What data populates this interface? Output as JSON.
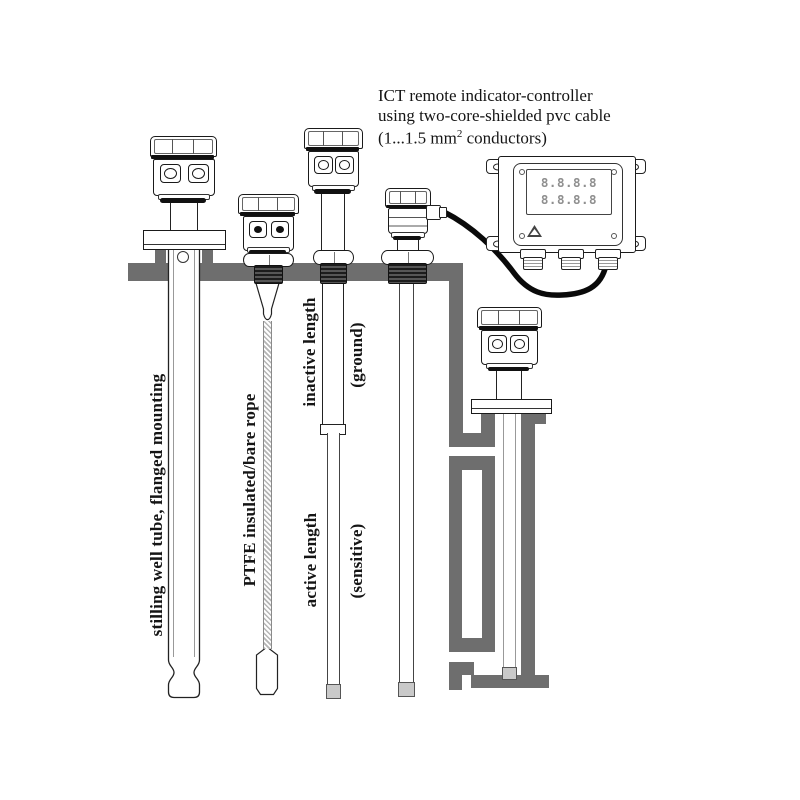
{
  "diagram": {
    "note": {
      "line1": "ICT remote indicator-controller",
      "line2": "using two-core-shielded pvc cable",
      "line3_pre": "(1...1.5 mm",
      "line3_sup": "2",
      "line3_post": " conductors)"
    },
    "labels": {
      "stilling_well": "stilling well tube, flanged mounting",
      "rope": "PTFE insulated/bare rope",
      "inactive_length": "inactive length",
      "ground": "(ground)",
      "active_length": "active length",
      "sensitive": "(sensitive)"
    },
    "controller_display": {
      "row1": "8.8.8.8",
      "row2": "8.8.8.8"
    },
    "colors": {
      "wall_gray": "#6e6e6e",
      "thread_dark": "#2b2b2b",
      "cable_black": "#0a0a0a"
    }
  }
}
